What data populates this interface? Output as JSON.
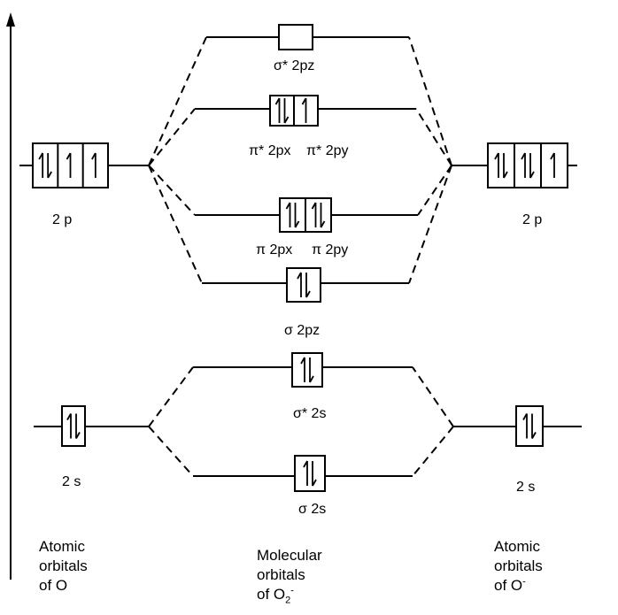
{
  "orbital_labels": {
    "sigma_star_2pz": "σ* 2pz",
    "pi_star_2px": "π* 2px",
    "pi_star_2py": "π* 2py",
    "pi_2px": "π 2px",
    "pi_2py": "π 2py",
    "sigma_2pz": "σ 2pz",
    "sigma_star_2s": "σ* 2s",
    "sigma_2s": "σ 2s",
    "left_2p": "2 p",
    "right_2p": "2 p",
    "left_2s": "2 s",
    "right_2s": "2 s"
  },
  "captions": {
    "left": {
      "line1": "Atomic",
      "line2": "orbitals",
      "line3": "of O"
    },
    "middle": {
      "line1": "Molecular",
      "line2": "orbitals",
      "line3_prefix": "of O",
      "line3_sub": "2",
      "line3_sup": "-"
    },
    "right": {
      "line1": "Atomic",
      "line2": "orbitals",
      "line3_prefix": "of O",
      "line3_sup": "-"
    }
  },
  "electron_boxes": {
    "left_2p": [
      "↑↓",
      "↑",
      "↑"
    ],
    "left_2s": [
      "↑↓"
    ],
    "right_2p": [
      "↑↓",
      "↑↓",
      "↑"
    ],
    "right_2s": [
      "↑↓"
    ],
    "sigma_star_2pz": [
      ""
    ],
    "pi_star_2p": [
      "↑↓",
      "↑"
    ],
    "pi_2p": [
      "↑↓",
      "↑↓"
    ],
    "sigma_2pz": [
      "↑↓"
    ],
    "sigma_star_2s": [
      "↑↓"
    ],
    "sigma_2s": [
      "↑↓"
    ]
  }
}
